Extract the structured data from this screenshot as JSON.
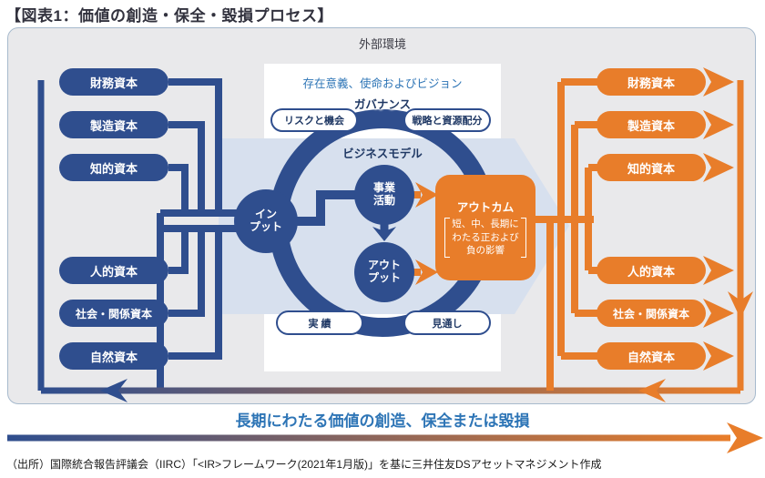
{
  "title": "【図表1：価値の創造・保全・毀損プロセス】",
  "outer": {
    "label": "外部環境"
  },
  "left_capitals": [
    {
      "label": "財務資本"
    },
    {
      "label": "製造資本"
    },
    {
      "label": "知的資本"
    },
    {
      "label": "人的資本"
    },
    {
      "label": "社会・関係資本"
    },
    {
      "label": "自然資本"
    }
  ],
  "right_capitals": [
    {
      "label": "財務資本"
    },
    {
      "label": "製造資本"
    },
    {
      "label": "知的資本"
    },
    {
      "label": "人的資本"
    },
    {
      "label": "社会・関係資本"
    },
    {
      "label": "自然資本"
    }
  ],
  "center": {
    "purpose": "存在意義、使命およびビジョン",
    "governance": "ガバナンス",
    "risks": "リスクと機会",
    "strategy": "戦略と資源配分",
    "business_model": "ビジネスモデル",
    "input": {
      "line1": "イン",
      "line2": "プット"
    },
    "activities": {
      "line1": "事業",
      "line2": "活動"
    },
    "output": {
      "line1": "アウト",
      "line2": "プット"
    },
    "performance": "実 績",
    "outlook": "見通し"
  },
  "outcome": {
    "title": "アウトカム",
    "line1": "短、中、長期に",
    "line2": "わたる正および",
    "line3": "負の影響"
  },
  "banner": "長期にわたる価値の創造、保全または毀損",
  "source": "（出所）国際統合報告評議会（IIRC）「<IR>フレームワーク(2021年1月版)」を基に三井住友DSアセットマネジメント作成",
  "colors": {
    "blue": "#2f4e8e",
    "orange": "#e87d2a",
    "band": "#d7e0ee",
    "text_blue": "#2e75b6"
  }
}
